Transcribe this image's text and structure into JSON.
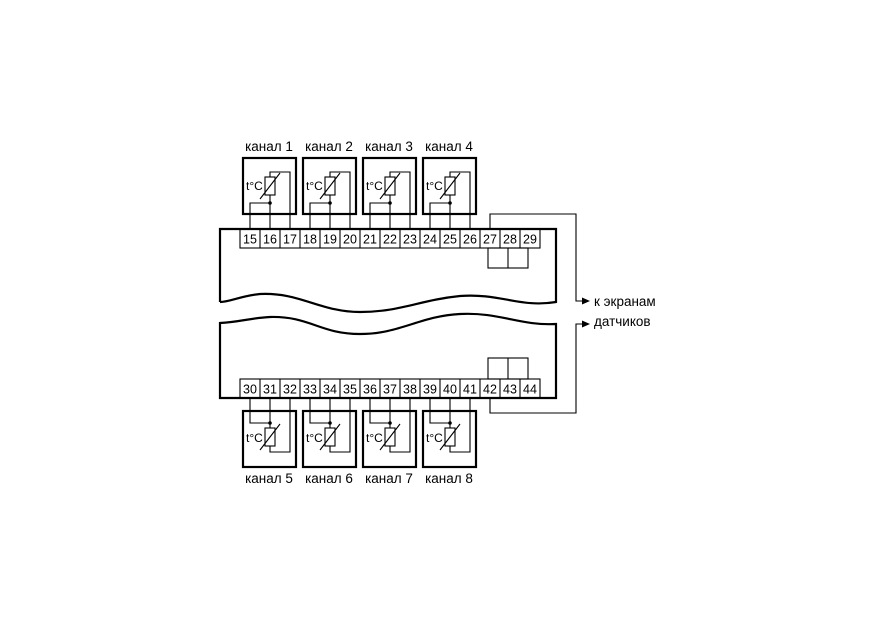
{
  "channels_top": [
    {
      "label": "канал 1",
      "sensor": "t°C"
    },
    {
      "label": "канал 2",
      "sensor": "t°C"
    },
    {
      "label": "канал 3",
      "sensor": "t°C"
    },
    {
      "label": "канал 4",
      "sensor": "t°C"
    }
  ],
  "channels_bottom": [
    {
      "label": "канал 5",
      "sensor": "t°C"
    },
    {
      "label": "канал 6",
      "sensor": "t°C"
    },
    {
      "label": "канал 7",
      "sensor": "t°C"
    },
    {
      "label": "канал 8",
      "sensor": "t°C"
    }
  ],
  "terminals_top": [
    "15",
    "16",
    "17",
    "18",
    "19",
    "20",
    "21",
    "22",
    "23",
    "24",
    "25",
    "26",
    "27",
    "28",
    "29"
  ],
  "terminals_bottom": [
    "30",
    "31",
    "32",
    "33",
    "34",
    "35",
    "36",
    "37",
    "38",
    "39",
    "40",
    "41",
    "42",
    "43",
    "44"
  ],
  "shield_label_line1": "к экранам",
  "shield_label_line2": "датчиков"
}
